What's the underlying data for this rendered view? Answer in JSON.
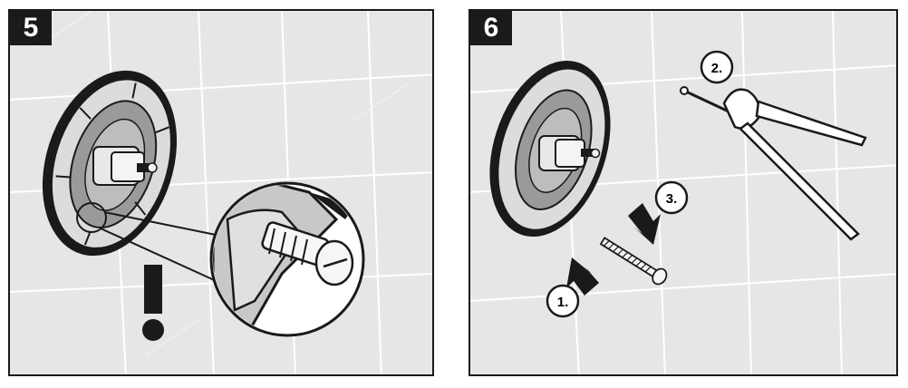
{
  "panels": [
    {
      "step_number": "5",
      "callouts": [],
      "symbols": [
        "exclamation-mark"
      ]
    },
    {
      "step_number": "6",
      "callouts": [
        {
          "id": "step-1",
          "text": "1."
        },
        {
          "id": "step-2",
          "text": "2."
        },
        {
          "id": "step-3",
          "text": "3."
        }
      ],
      "symbols": []
    }
  ]
}
